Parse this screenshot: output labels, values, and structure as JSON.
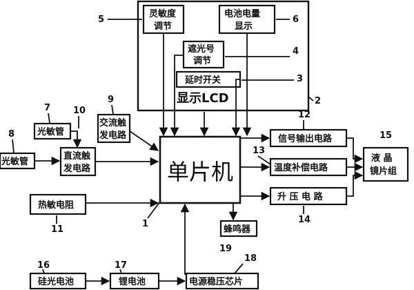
{
  "blocks": {
    "mcu": "单片机",
    "lcd": "显示LCD",
    "sensitivity_l1": "灵敏度",
    "sensitivity_l2": "调节",
    "battery_l1": "电池电量",
    "battery_l2": "显示",
    "shading_l1": "遮光号",
    "shading_l2": "调节",
    "delay": "延时开关",
    "photo1": "光敏管",
    "photo2": "光敏管",
    "ac_l1": "交流触",
    "ac_l2": "发电路",
    "dc_l1": "直流触",
    "dc_l2": "发电路",
    "thermistor": "热敏电阻",
    "signal_out": "信号输出电路",
    "temp_comp": "温度补偿电路",
    "boost": "升 压 电 路",
    "lcd_lens_l1": "液  晶",
    "lcd_lens_l2": "镜片组",
    "buzzer": "蜂鸣器",
    "silicon_cell": "硅光电池",
    "lithium": "锂电池",
    "regulator": "电源稳压芯片"
  },
  "numbers": {
    "n1": "1",
    "n2": "2",
    "n3": "3",
    "n4": "4",
    "n5": "5",
    "n6": "6",
    "n7": "7",
    "n8": "8",
    "n9": "9",
    "n10": "10",
    "n11": "11",
    "n12": "12",
    "n13": "13",
    "n14": "14",
    "n15": "15",
    "n16": "16",
    "n17": "17",
    "n18": "18",
    "n19": "19"
  }
}
